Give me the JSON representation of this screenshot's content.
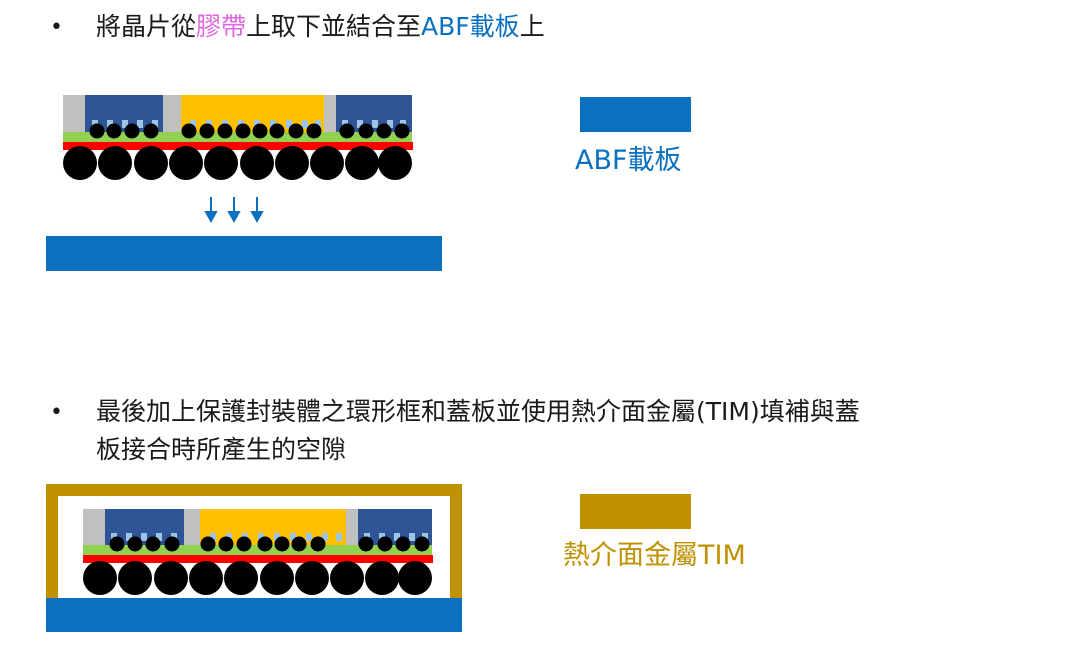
{
  "colors": {
    "abf_blue": "#0a70c0",
    "tim_gold": "#bf9000",
    "die_blue": "#2f5597",
    "chip_yellow": "#ffc000",
    "pad_lightblue": "#9dc3e6",
    "substrate_red": "#ff0000",
    "interposer_green": "#92d050",
    "mold_gray": "#c0c0c0",
    "tape_pink": "#e066e0",
    "ball_black": "#000000"
  },
  "step1": {
    "bullet": "•",
    "text_a": "將晶片從",
    "text_highlight_tape": "膠帶",
    "text_b": "上取下並結合至",
    "text_highlight_abf": "ABF載板",
    "text_c": "上",
    "legend_label": "ABF載板",
    "arrow_icon": "down-arrow-icon"
  },
  "step2": {
    "bullet": "•",
    "text_line1": "最後加上保護封裝體之環形框和蓋板並使用熱介面金屬(TIM)填補與蓋",
    "text_line2": "板接合時所產生的空隙",
    "legend_label": "熱介面金屬TIM"
  }
}
